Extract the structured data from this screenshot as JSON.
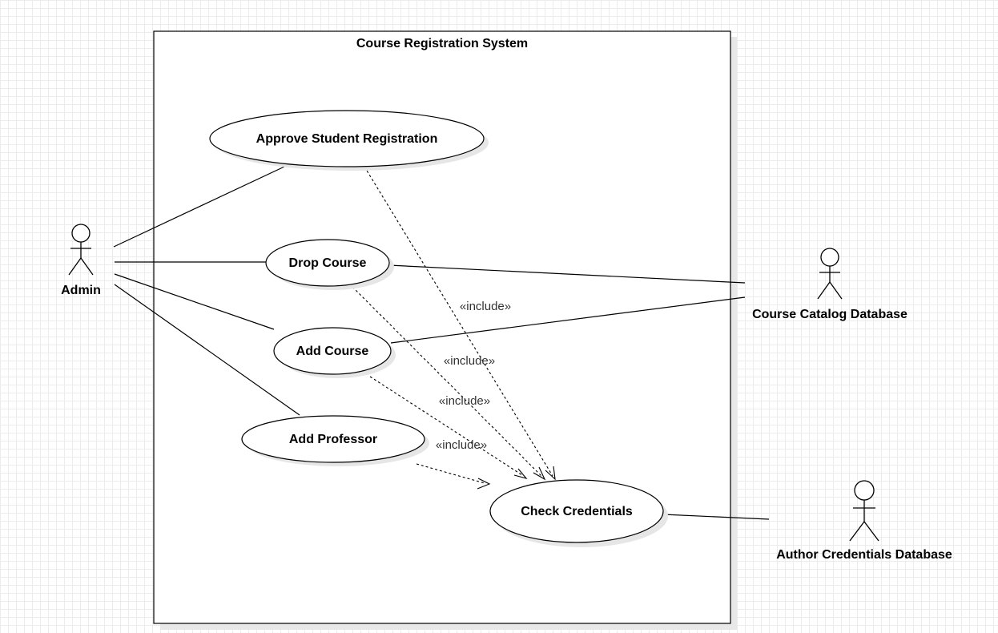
{
  "system": {
    "title": "Course Registration System"
  },
  "actors": {
    "admin": "Admin",
    "course_catalog": "Course Catalog Database",
    "author_credentials": "Author Credentials Database"
  },
  "use_cases": {
    "approve_registration": "Approve Student Registration",
    "drop_course": "Drop Course",
    "add_course": "Add Course",
    "add_professor": "Add Professor",
    "check_credentials": "Check Credentials"
  },
  "relationships": {
    "include_label": "«include»"
  },
  "colors": {
    "stroke": "#000000",
    "grid": "#ececec",
    "shadow": "#e6e6e6"
  }
}
